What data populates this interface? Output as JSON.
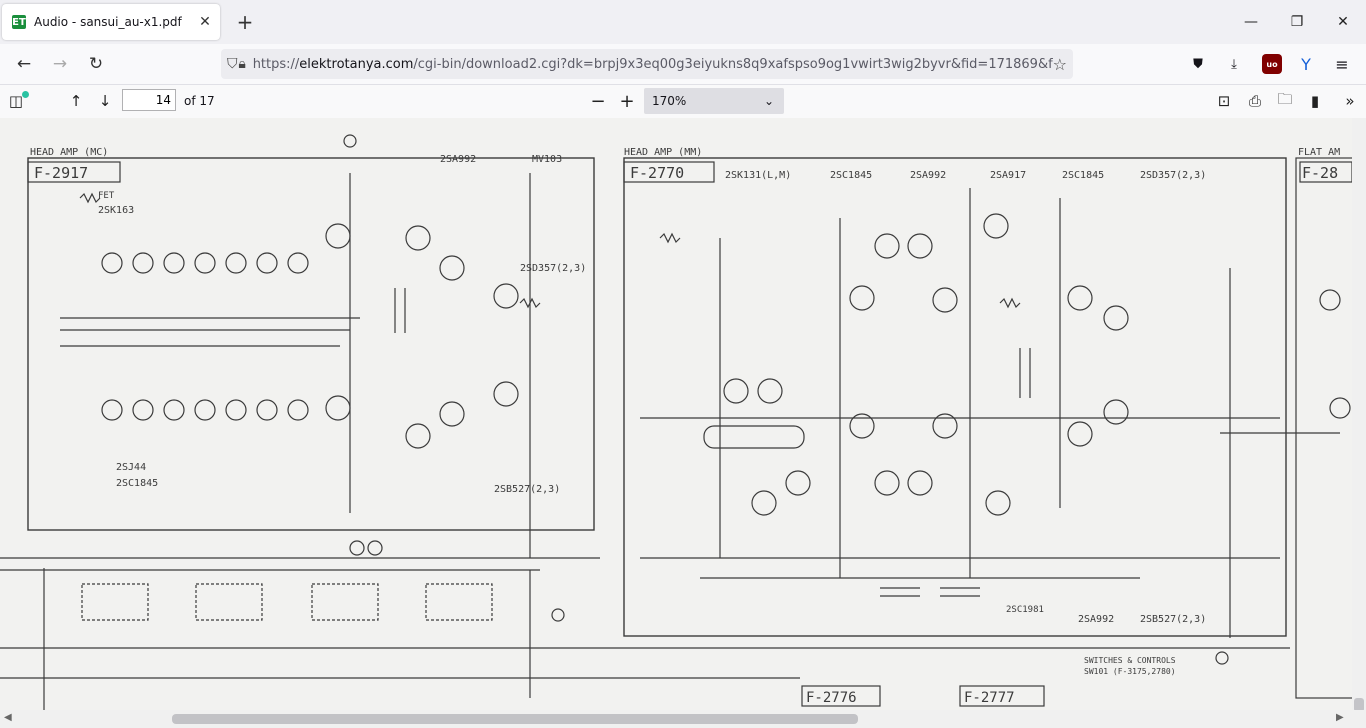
{
  "tab": {
    "title": "Audio - sansui_au-x1.pdf",
    "favicon": "ET"
  },
  "url": {
    "prefix": "https://",
    "host": "elektrotanya.com",
    "path": "/cgi-bin/download2.cgi?dk=brpj9x3eq00g3eiyukns8q9xafspso9og1vwirt3wig2byvr&fid=171869&f"
  },
  "pdf": {
    "page_number": "14",
    "page_count": "of 17",
    "zoom": "170%"
  },
  "schematic": {
    "blocks": [
      {
        "label": "HEAD AMP (MC)"
      },
      {
        "label": "F-2917"
      },
      {
        "label": "HEAD AMP (MM)"
      },
      {
        "label": "F-2770"
      },
      {
        "label": "FLAT AM"
      },
      {
        "label": "F-28"
      },
      {
        "label": "F-2776"
      },
      {
        "label": "F-2777"
      }
    ],
    "parts_left": [
      "FET",
      "2SK163",
      "2SA992",
      "MV103",
      "2SD357(2,3)",
      "2SJ44",
      "2SC1845",
      "2SB527(2,3)"
    ],
    "parts_right": [
      "2SK131(L,M)",
      "2SC1845",
      "2SA992",
      "2SA917",
      "2SC1845",
      "2SD357(2,3)",
      "2SC1981",
      "2SA992",
      "2SB527(2,3)"
    ],
    "footer": [
      "SWITCHES & CONTROLS",
      "SW101 (F-3175,2780)"
    ]
  },
  "colors": {
    "ink": "#3b3b3b",
    "paper": "#f2f2f0",
    "accent": "#0060df"
  }
}
